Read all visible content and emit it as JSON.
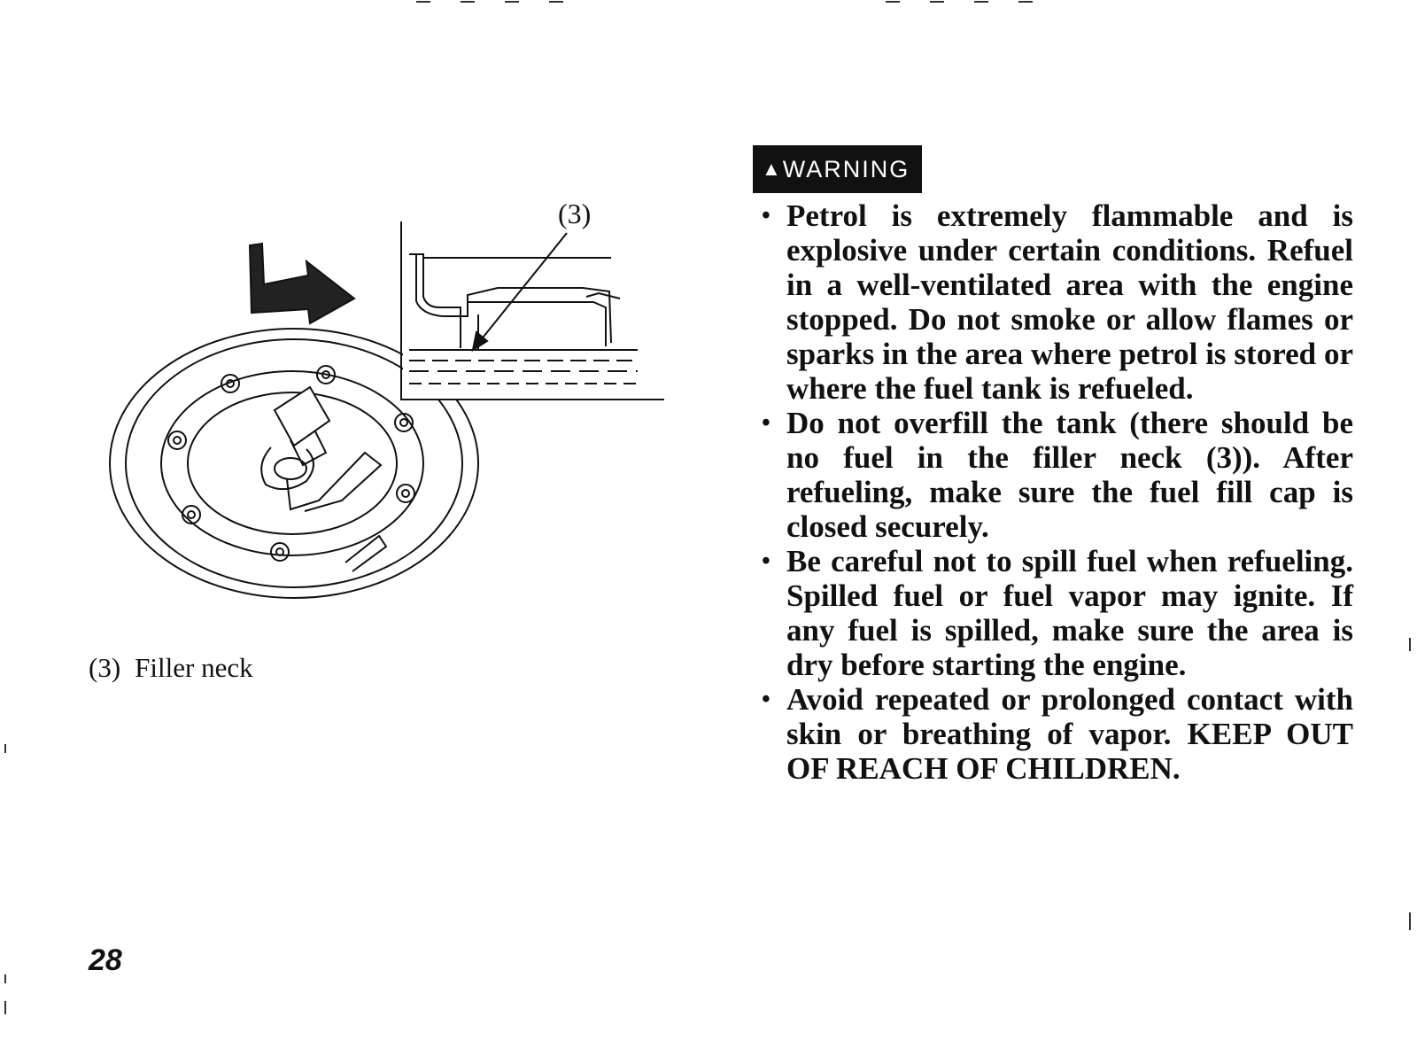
{
  "figure": {
    "callout_label": "(3)",
    "caption_number": "(3)",
    "caption_text": "Filler neck"
  },
  "warning": {
    "badge_symbol": "▲",
    "badge_text": "WARNING",
    "bullets": [
      "Petrol is extremely flammable and is explosive under certain conditions. Refuel in a well-ventilated area with the engine stopped. Do not smoke or allow flames or sparks in the area where petrol is stored or where the fuel tank is refueled.",
      "Do not overfill the tank (there should be no fuel in the filler neck (3)). After refueling, make sure the fuel fill cap is closed securely.",
      "Be careful not to spill fuel when refueling. Spilled fuel or fuel vapor may ignite. If any fuel is spilled, make sure the area is dry before starting the engine.",
      "Avoid repeated or prolonged contact with skin or breathing of vapor. KEEP OUT OF REACH OF CHILDREN."
    ]
  },
  "page": {
    "number": "28"
  }
}
